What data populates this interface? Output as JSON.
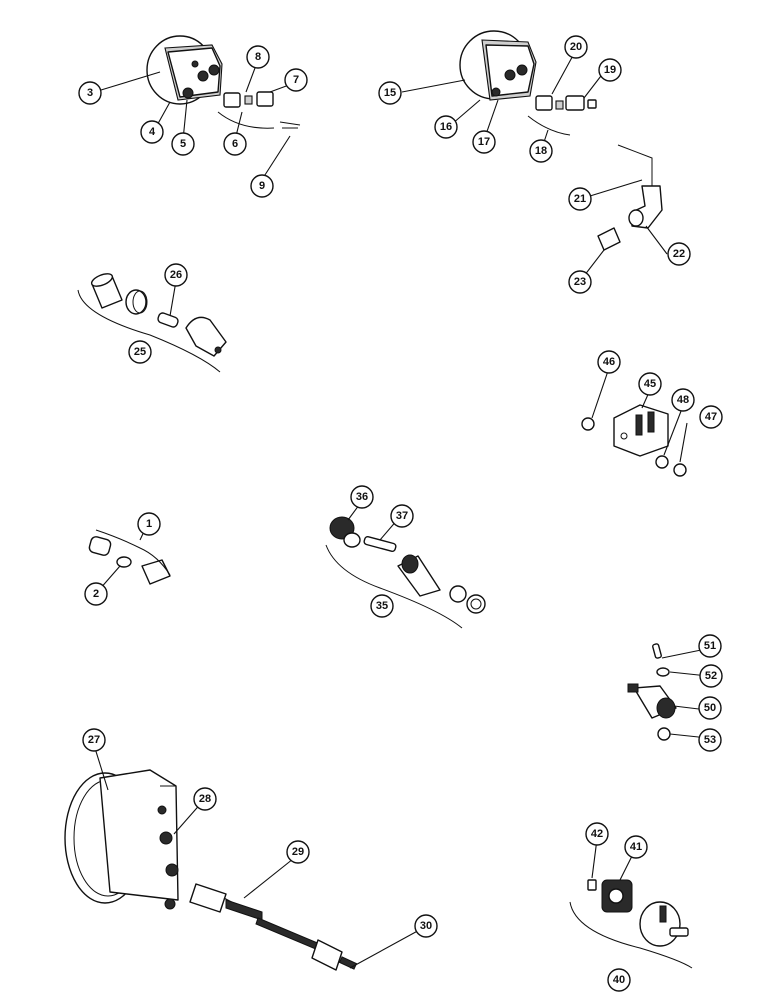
{
  "callouts": {
    "c1": "1",
    "c2": "2",
    "c3": "3",
    "c4": "4",
    "c5": "5",
    "c6": "6",
    "c7": "7",
    "c8": "8",
    "c9": "9",
    "c15": "15",
    "c16": "16",
    "c17": "17",
    "c18": "18",
    "c19": "19",
    "c20": "20",
    "c21": "21",
    "c22": "22",
    "c23": "23",
    "c25": "25",
    "c26": "26",
    "c27": "27",
    "c28": "28",
    "c29": "29",
    "c30": "30",
    "c35": "35",
    "c36": "36",
    "c37": "37",
    "c40": "40",
    "c41": "41",
    "c42": "42",
    "c45": "45",
    "c46": "46",
    "c47": "47",
    "c48": "48",
    "c50": "50",
    "c51": "51",
    "c52": "52",
    "c53": "53"
  }
}
